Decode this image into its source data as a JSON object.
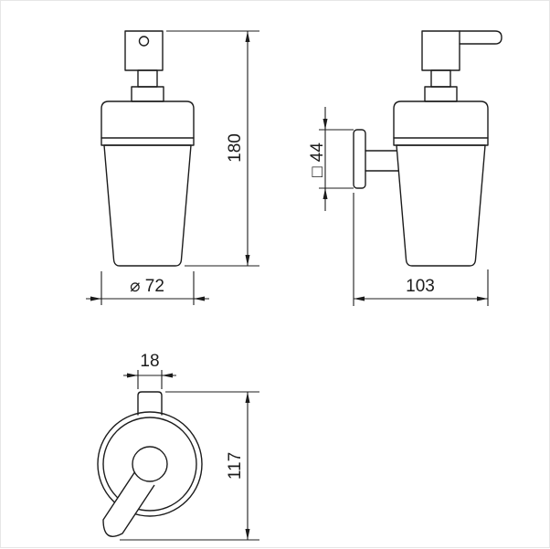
{
  "drawing": {
    "line_color": "#1c1c1c",
    "background": "#ffffff"
  },
  "views": {
    "dispenser_front": {
      "dim_height": "180",
      "dim_diameter": "⌀ 72"
    },
    "dispenser_side": {
      "dim_mount_plate": "□ 44",
      "dim_depth": "103"
    },
    "bracket_front": {
      "dim_tab_width": "18",
      "dim_overall_height": "117"
    }
  }
}
